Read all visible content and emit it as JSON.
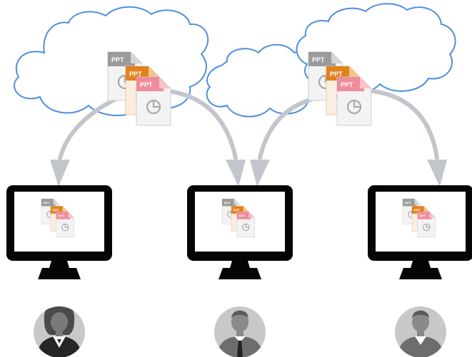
{
  "file_type_label": "PPT",
  "colors": {
    "cloud_stroke": "#4f8ee0",
    "arrow": "#c2c6cc",
    "monitor": "#050505",
    "screen": "#ffffff",
    "file_gray": "#9b9b9b",
    "file_orange": "#e1821c",
    "file_pink": "#f08c99",
    "file_body": "#f3f3f3",
    "avatar_bg": "#c8c8c8",
    "avatar_figure": "#6d6d6d"
  },
  "clouds": [
    {
      "name": "cloud-left",
      "file_stack": "ppt-file-stack"
    },
    {
      "name": "cloud-middle"
    },
    {
      "name": "cloud-right",
      "file_stack": "ppt-file-stack"
    }
  ],
  "computers": [
    {
      "name": "computer-left",
      "screen_content": "ppt-file-stack",
      "user": "female-user-avatar"
    },
    {
      "name": "computer-center",
      "screen_content": "ppt-file-stack",
      "user": "male-user-avatar-tie"
    },
    {
      "name": "computer-right",
      "screen_content": "ppt-file-stack",
      "user": "male-user-avatar"
    }
  ],
  "sync_arrows": [
    {
      "name": "arrow-left-cloud-to-computer-left"
    },
    {
      "name": "arrow-left-cloud-to-computer-center"
    },
    {
      "name": "arrow-right-cloud-to-computer-center"
    },
    {
      "name": "arrow-right-cloud-to-computer-right"
    }
  ]
}
